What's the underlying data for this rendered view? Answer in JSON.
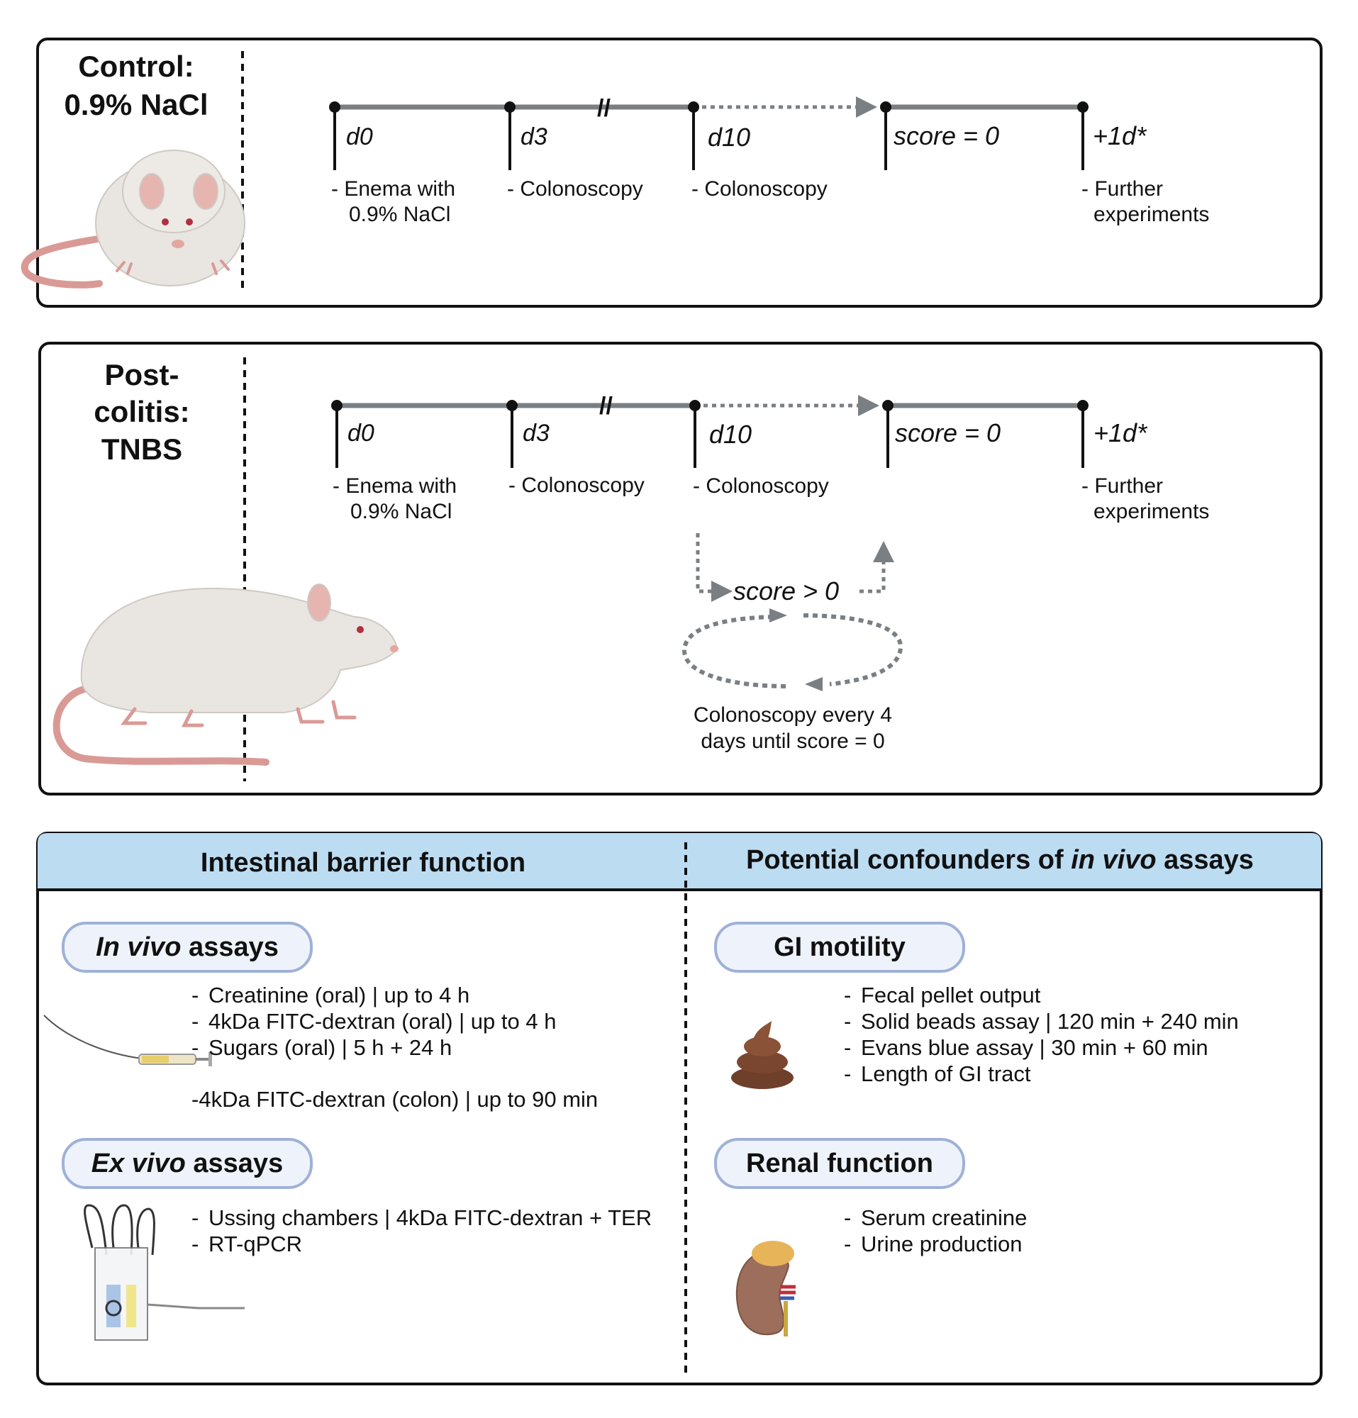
{
  "control": {
    "title_line1": "Control:",
    "title_line2": "0.9% NaCl",
    "d0": "d0",
    "d3": "d3",
    "d10": "d10",
    "score0": "score = 0",
    "plus1d": "+1d*",
    "ev_d0_l1": "- Enema with",
    "ev_d0_l2": "0.9% NaCl",
    "ev_d3": "- Colonoscopy",
    "ev_d10": "- Colonoscopy",
    "ev_end_l1": "- Further",
    "ev_end_l2": "experiments"
  },
  "postcolitis": {
    "title_line1": "Post-",
    "title_line2": "colitis:",
    "title_line3": "TNBS",
    "d0": "d0",
    "d3": "d3",
    "d10": "d10",
    "score0": "score = 0",
    "plus1d": "+1d*",
    "ev_d0_l1": "- Enema with",
    "ev_d0_l2": "0.9% NaCl",
    "ev_d3": "- Colonoscopy",
    "ev_d10": "- Colonoscopy",
    "ev_end_l1": "- Further",
    "ev_end_l2": "experiments",
    "score_gt0": "score > 0",
    "loop_l1": "Colonoscopy every 4",
    "loop_l2": "days until score = 0"
  },
  "bottom": {
    "left_header": "Intestinal barrier function",
    "right_header_a": "Potential confounders of ",
    "right_header_b": "in vivo",
    "right_header_c": " assays",
    "invivo_a": "In vivo",
    "invivo_b": " assays",
    "invivo_items": [
      "Creatinine (oral) | up to 4 h",
      "4kDa FITC-dextran (oral) | up to 4 h",
      "Sugars (oral) | 5 h + 24 h"
    ],
    "colon_item": "-4kDa FITC-dextran (colon) | up to 90 min",
    "exvivo_a": "Ex vivo",
    "exvivo_b": " assays",
    "exvivo_items": [
      "Ussing chambers | 4kDa FITC-dextran + TER",
      "RT-qPCR"
    ],
    "gi_title": "GI motility",
    "gi_items": [
      "Fecal pellet output",
      "Solid beads assay | 120 min + 240 min",
      "Evans blue assay | 30 min + 60 min",
      "Length of GI tract"
    ],
    "renal_title": "Renal function",
    "renal_items": [
      "Serum creatinine",
      "Urine production"
    ]
  },
  "colors": {
    "timeline": "#7a7f84",
    "header_fill": "#bcdcf2",
    "pill_fill": "#eef3fb",
    "pill_stroke": "#9fb1d8",
    "rat": "#e9e5e1",
    "tail": "#d99a96"
  }
}
